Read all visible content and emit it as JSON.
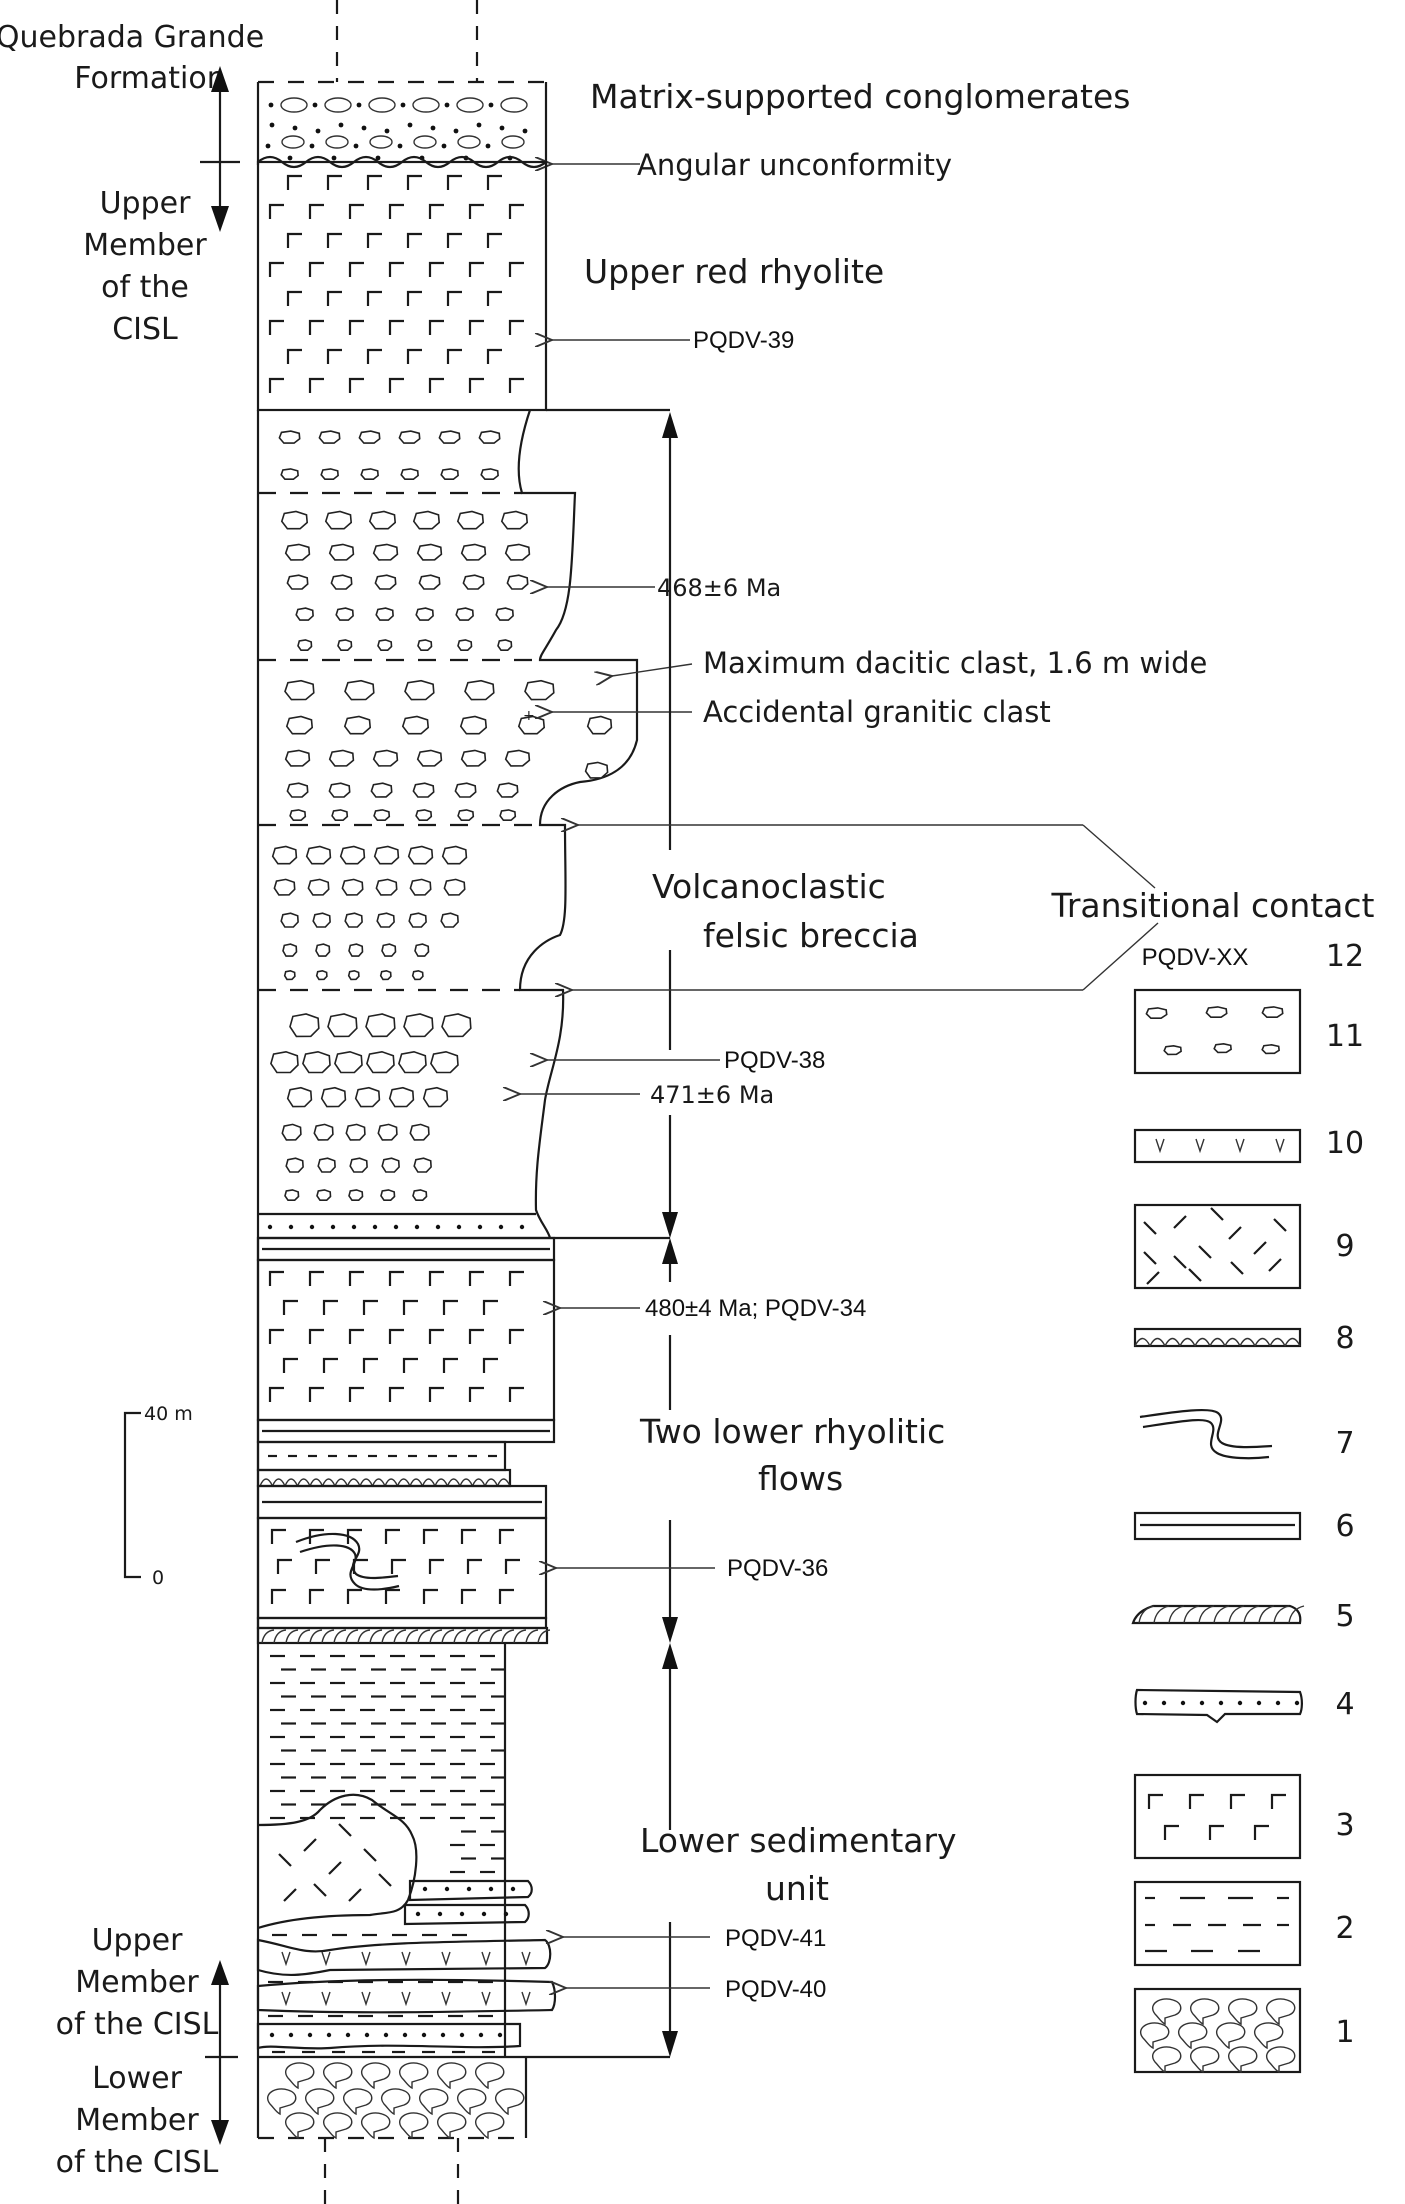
{
  "figure": {
    "type": "stratigraphic_column",
    "formations_left": {
      "top": "Quebrada Grande Formation",
      "upper_member": "Upper Member of the CISL",
      "upper_member_lower": "Upper Member of the CISL",
      "lower_member": "Lower Member of the CISL"
    },
    "units": {
      "conglomerates": "Matrix-supported conglomerates",
      "unconformity": "Angular unconformity",
      "upper_rhyolite": "Upper red rhyolite",
      "breccia_line1": "Volcanoclastic",
      "breccia_line2": "felsic breccia",
      "lower_flows_line1": "Two lower rhyolitic",
      "lower_flows_line2": "flows",
      "lower_sed_line1": "Lower sedimentary",
      "lower_sed_line2": "unit"
    },
    "annotations": {
      "pqdv39": "PQDV-39",
      "age468": "468±6 Ma",
      "max_clast": "Maximum dacitic clast, 1.6 m wide",
      "granitic_clast": "Accidental granitic clast",
      "transitional": "Transitional contact",
      "pqdv38": "PQDV-38",
      "age471": "471±6 Ma",
      "age480": "480±4 Ma; PQDV-34",
      "pqdv36": "PQDV-36",
      "pqdv41": "PQDV-41",
      "pqdv40": "PQDV-40"
    },
    "scale_bar": {
      "top_label": "40 m",
      "bottom_label": "0",
      "length_m": 40
    },
    "legend": [
      {
        "num": "12",
        "label": "PQDV-XX",
        "pattern": "sample-label"
      },
      {
        "num": "11",
        "pattern": "breccia-clasts"
      },
      {
        "num": "10",
        "pattern": "v-tuff"
      },
      {
        "num": "9",
        "pattern": "dacite-dashes"
      },
      {
        "num": "8",
        "pattern": "scalloped-band"
      },
      {
        "num": "7",
        "pattern": "folded-flow-band"
      },
      {
        "num": "6",
        "pattern": "laminated-band"
      },
      {
        "num": "5",
        "pattern": "hatched-lens"
      },
      {
        "num": "4",
        "pattern": "dotted-sandstone"
      },
      {
        "num": "3",
        "pattern": "rhyolite-L"
      },
      {
        "num": "2",
        "pattern": "shale-dashes"
      },
      {
        "num": "1",
        "pattern": "pillow-clasts"
      }
    ]
  }
}
